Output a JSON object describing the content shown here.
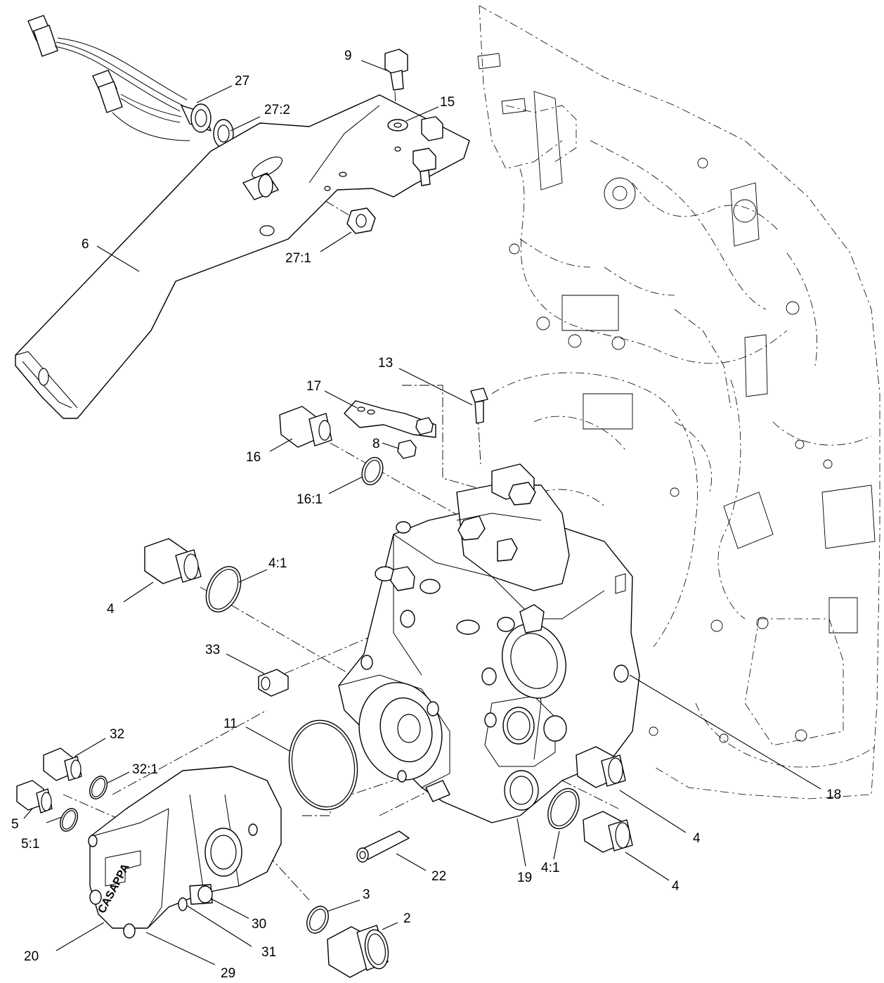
{
  "diagram": {
    "type": "exploded-parts-view",
    "callouts": [
      {
        "id": "c-9",
        "label": "9"
      },
      {
        "id": "c-27",
        "label": "27"
      },
      {
        "id": "c-27-2",
        "label": "27:2"
      },
      {
        "id": "c-15",
        "label": "15"
      },
      {
        "id": "c-6",
        "label": "6"
      },
      {
        "id": "c-27-1",
        "label": "27:1"
      },
      {
        "id": "c-13",
        "label": "13"
      },
      {
        "id": "c-17",
        "label": "17"
      },
      {
        "id": "c-16",
        "label": "16"
      },
      {
        "id": "c-8",
        "label": "8"
      },
      {
        "id": "c-16-1",
        "label": "16:1"
      },
      {
        "id": "c-4-1-upper",
        "label": "4:1"
      },
      {
        "id": "c-4-left",
        "label": "4"
      },
      {
        "id": "c-33",
        "label": "33"
      },
      {
        "id": "c-11",
        "label": "11"
      },
      {
        "id": "c-32",
        "label": "32"
      },
      {
        "id": "c-32-1",
        "label": "32:1"
      },
      {
        "id": "c-5",
        "label": "5"
      },
      {
        "id": "c-5-1",
        "label": "5:1"
      },
      {
        "id": "c-18",
        "label": "18"
      },
      {
        "id": "c-4-right-upper",
        "label": "4"
      },
      {
        "id": "c-4-right-lower",
        "label": "4"
      },
      {
        "id": "c-4-1-lower",
        "label": "4:1"
      },
      {
        "id": "c-19",
        "label": "19"
      },
      {
        "id": "c-22",
        "label": "22"
      },
      {
        "id": "c-3",
        "label": "3"
      },
      {
        "id": "c-2",
        "label": "2"
      },
      {
        "id": "c-30",
        "label": "30"
      },
      {
        "id": "c-31",
        "label": "31"
      },
      {
        "id": "c-20",
        "label": "20"
      },
      {
        "id": "c-29",
        "label": "29"
      }
    ],
    "logo_text": "CASAPPA"
  }
}
